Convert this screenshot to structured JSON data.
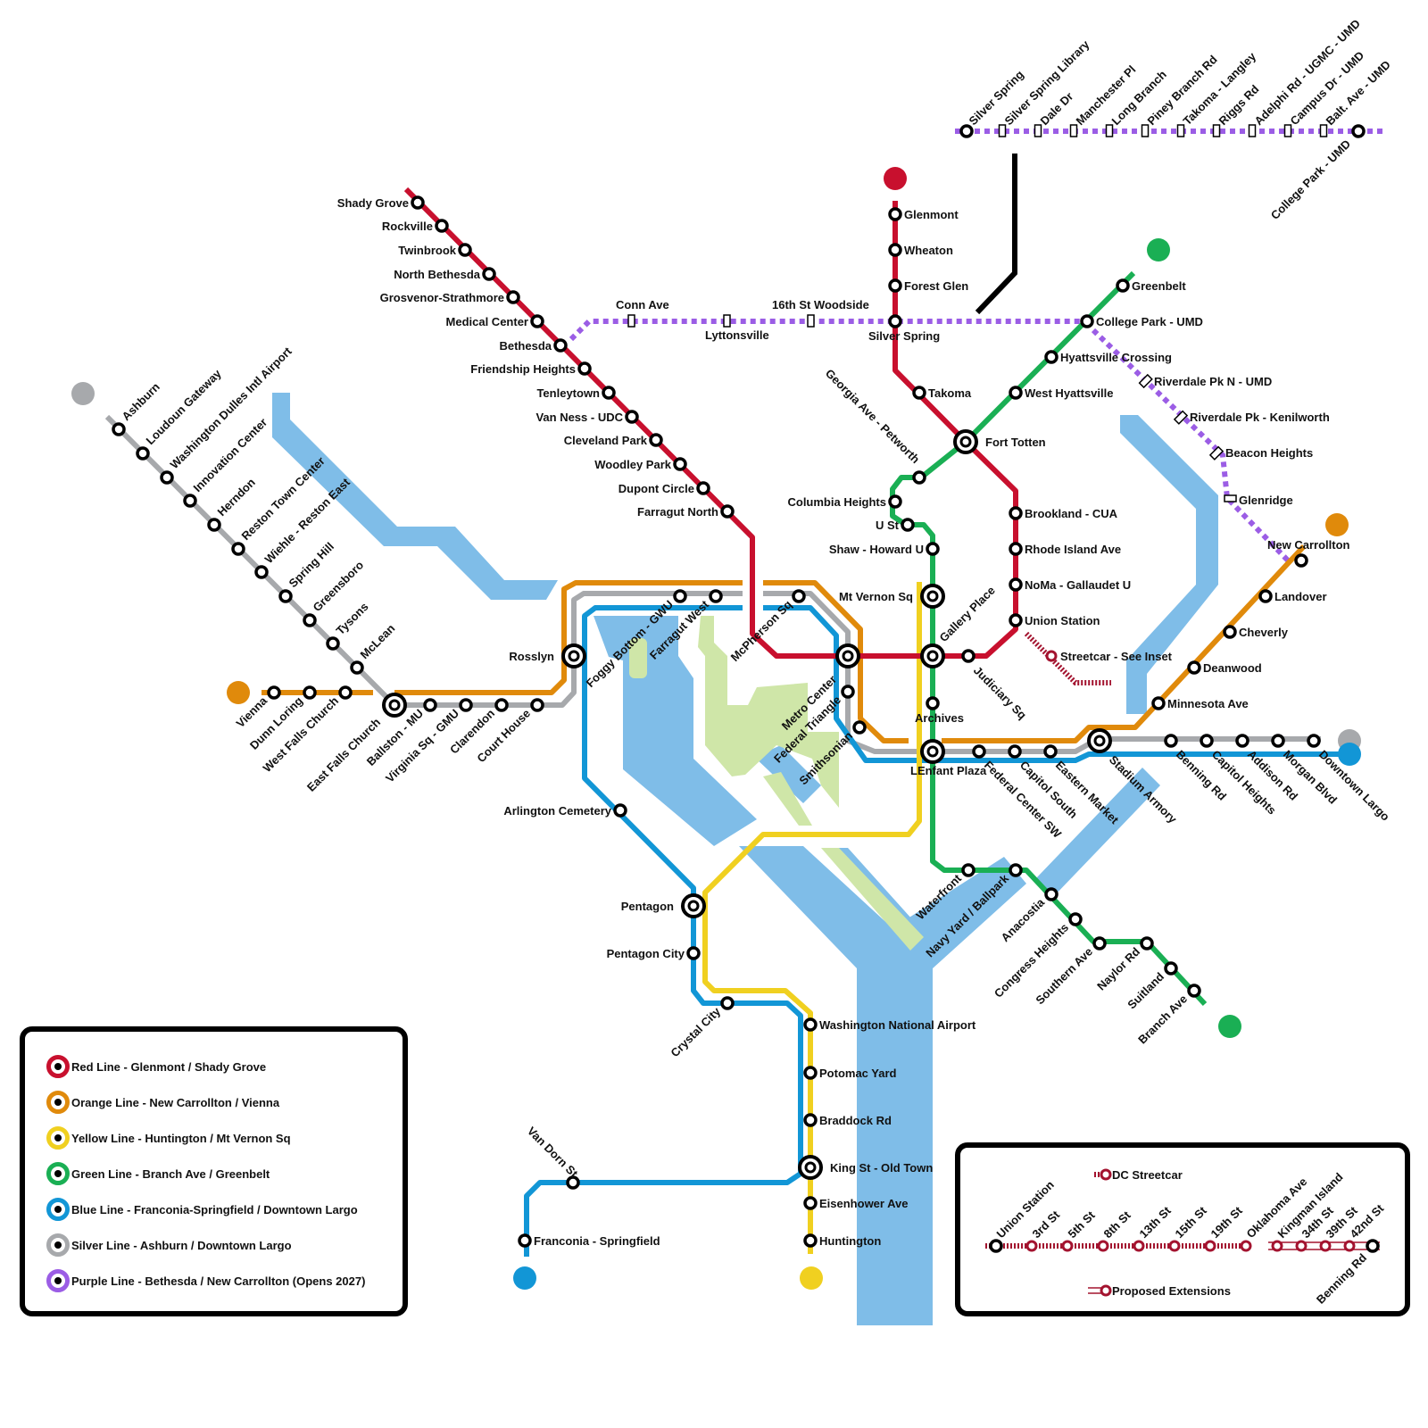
{
  "colors": {
    "red": "#c8102e",
    "orange": "#e08a0b",
    "yellow": "#f0d020",
    "green": "#1aaf54",
    "blue": "#1296d6",
    "silver": "#a7a9ac",
    "purple": "#9b5de5",
    "water": "#7fbde8",
    "park": "#cfe6a8",
    "streetcar": "#a3132f"
  },
  "stations": {
    "shady_grove": "Shady Grove",
    "rockville": "Rockville",
    "twinbrook": "Twinbrook",
    "north_bethesda": "North Bethesda",
    "grosvenor": "Grosvenor-Strathmore",
    "medical_center": "Medical Center",
    "bethesda": "Bethesda",
    "friendship_heights": "Friendship Heights",
    "tenleytown": "Tenleytown",
    "van_ness": "Van Ness - UDC",
    "cleveland_park": "Cleveland Park",
    "woodley_park": "Woodley Park",
    "dupont_circle": "Dupont Circle",
    "farragut_north": "Farragut North",
    "glenmont": "Glenmont",
    "wheaton": "Wheaton",
    "forest_glen": "Forest Glen",
    "silver_spring": "Silver Spring",
    "takoma": "Takoma",
    "fort_totten": "Fort Totten",
    "brookland": "Brookland - CUA",
    "rhode_island": "Rhode Island Ave",
    "noma": "NoMa - Gallaudet U",
    "union_station": "Union Station",
    "streetcar_inset": "Streetcar - See Inset",
    "judiciary_sq": "Judiciary Sq",
    "gallery_place": "Gallery Place",
    "metro_center": "Metro Center",
    "mt_vernon_sq": "Mt Vernon Sq",
    "shaw_howard": "Shaw - Howard U",
    "u_st": "U St",
    "columbia_heights": "Columbia Heights",
    "georgia_ave": "Georgia Ave - Petworth",
    "west_hyattsville": "West Hyattsville",
    "hyattsville_crossing": "Hyattsville Crossing",
    "college_park": "College Park - UMD",
    "greenbelt": "Greenbelt",
    "archives": "Archives",
    "lenfant": "LEnfant Plaza",
    "waterfront": "Waterfront",
    "navy_yard": "Navy Yard / Ballpark",
    "anacostia": "Anacostia",
    "congress_heights": "Congress Heights",
    "southern_ave": "Southern Ave",
    "naylor_rd": "Naylor Rd",
    "suitland": "Suitland",
    "branch_ave": "Branch Ave",
    "ashburn": "Ashburn",
    "loudoun_gateway": "Loudoun Gateway",
    "dulles": "Washington Dulles Intl Airport",
    "innovation_center": "Innovation Center",
    "herndon": "Herndon",
    "reston_town_center": "Reston Town Center",
    "wiehle": "Wiehle - Reston East",
    "spring_hill": "Spring Hill",
    "greensboro": "Greensboro",
    "tysons": "Tysons",
    "mclean": "McLean",
    "vienna": "Vienna",
    "dunn_loring": "Dunn Loring",
    "west_falls_church": "West Falls Church",
    "east_falls_church": "East Falls Church",
    "ballston": "Ballston - MU",
    "virginia_sq": "Virginia Sq - GMU",
    "clarendon": "Clarendon",
    "court_house": "Court House",
    "rosslyn": "Rosslyn",
    "foggy_bottom": "Foggy Bottom - GWU",
    "farragut_west": "Farragut West",
    "mcpherson_sq": "McPherson Sq",
    "federal_triangle": "Federal Triangle",
    "smithsonian": "Smithsonian",
    "federal_center_sw": "Federal Center SW",
    "capitol_south": "Capitol South",
    "eastern_market": "Eastern Market",
    "stadium_armory": "Stadium Armory",
    "benning_rd": "Benning Rd",
    "capitol_heights": "Capitol Heights",
    "addison_rd": "Addison Rd",
    "morgan_blvd": "Morgan Blvd",
    "downtown_largo": "Downtown Largo",
    "minnesota_ave": "Minnesota Ave",
    "deanwood": "Deanwood",
    "cheverly": "Cheverly",
    "landover": "Landover",
    "new_carrollton": "New Carrollton",
    "arlington_cemetery": "Arlington Cemetery",
    "pentagon": "Pentagon",
    "pentagon_city": "Pentagon City",
    "crystal_city": "Crystal City",
    "national_airport": "Washington National Airport",
    "potomac_yard": "Potomac Yard",
    "braddock_rd": "Braddock Rd",
    "king_st": "King St - Old Town",
    "eisenhower_ave": "Eisenhower Ave",
    "huntington": "Huntington",
    "van_dorn": "Van Dorn St",
    "franconia": "Franconia - Springfield",
    "conn_ave": "Conn Ave",
    "lyttonsville": "Lyttonsville",
    "woodside": "16th St Woodside",
    "riverdale_n": "Riverdale Pk N - UMD",
    "riverdale_k": "Riverdale Pk - Kenilworth",
    "beacon_heights": "Beacon Heights",
    "glenridge": "Glenridge"
  },
  "purple_top": {
    "labels": [
      "Silver Spring",
      "Silver Spring Library",
      "Dale Dr",
      "Manchester Pl",
      "Long Branch",
      "Piney Branch Rd",
      "Takoma - Langley",
      "Riggs Rd",
      "Adelphi Rd - UGMC - UMD",
      "Campus Dr - UMD",
      "Balt. Ave - UMD"
    ],
    "end_label": "College Park - UMD"
  },
  "legend": {
    "items": [
      {
        "label": "Red Line - Glenmont / Shady Grove",
        "color": "#c8102e"
      },
      {
        "label": "Orange Line - New Carrollton / Vienna",
        "color": "#e08a0b"
      },
      {
        "label": "Yellow Line - Huntington / Mt Vernon Sq",
        "color": "#f0d020"
      },
      {
        "label": "Green Line - Branch Ave / Greenbelt",
        "color": "#1aaf54"
      },
      {
        "label": "Blue Line - Franconia-Springfield / Downtown Largo",
        "color": "#1296d6"
      },
      {
        "label": "Silver Line - Ashburn / Downtown Largo",
        "color": "#a7a9ac"
      },
      {
        "label": "Purple Line - Bethesda / New Carrollton (Opens 2027)",
        "color": "#9b5de5"
      }
    ]
  },
  "streetcar_inset": {
    "title": "DC Streetcar",
    "stops": [
      "Union Station",
      "3rd St",
      "5th St",
      "8th St",
      "13th St",
      "15th St",
      "19th St",
      "Oklahoma Ave"
    ],
    "proposed": [
      "Kingman Island",
      "34th St",
      "39th St",
      "42nd St"
    ],
    "end_label": "Benning Rd",
    "proposed_label": "Proposed Extensions"
  }
}
